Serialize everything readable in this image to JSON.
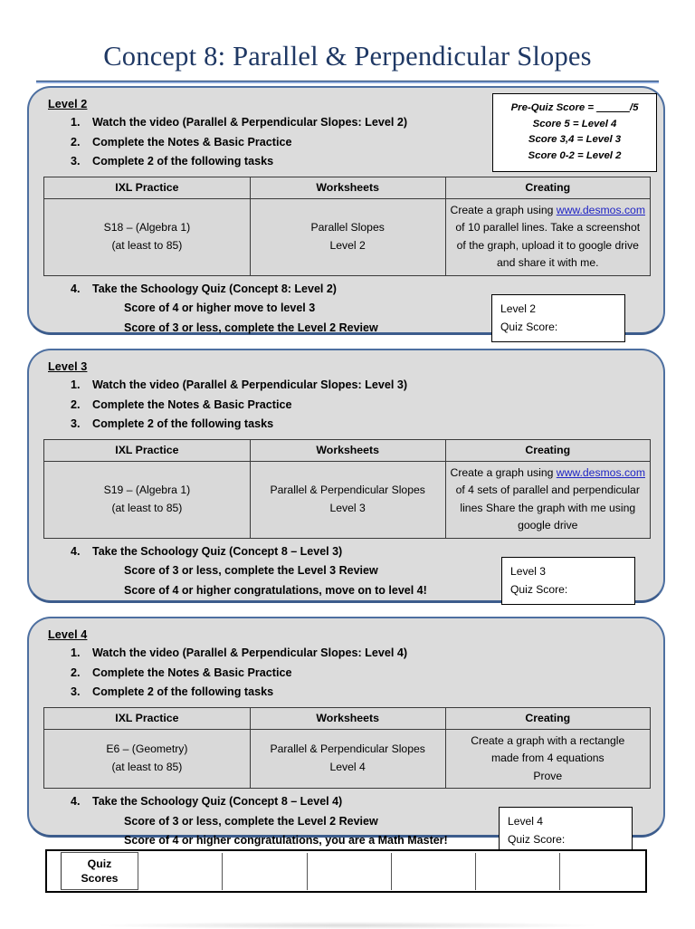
{
  "document": {
    "title": "Concept 8:  Parallel & Perpendicular Slopes",
    "accent_color": "#1f3864",
    "panel_border_color": "#4d6fa0",
    "panel_fill_color": "#dcdcdc",
    "link_color": "#1f24c4"
  },
  "prequiz": {
    "line1_prefix": "Pre-Quiz Score = ",
    "line1_blank": "_____",
    "line1_suffix": "/5",
    "line2": "Score 5 = Level 4",
    "line3": "Score  3,4 = Level 3",
    "line4": "Score 0-2 = Level 2"
  },
  "table_headers": {
    "col1": "IXL Practice",
    "col2": "Worksheets",
    "col3": "Creating"
  },
  "levels": [
    {
      "heading": "Level 2",
      "tasks": [
        {
          "num": "1.",
          "text": "Watch the video (Parallel & Perpendicular Slopes:  Level 2)"
        },
        {
          "num": "2.",
          "text": "Complete the Notes & Basic Practice"
        },
        {
          "num": "3.",
          "text": "Complete 2 of the following tasks"
        }
      ],
      "table": {
        "ixl": [
          "S18 – (Algebra 1)",
          "(at least to 85)"
        ],
        "worksheets": [
          "Parallel Slopes",
          "Level 2"
        ],
        "creating_pre": "Create a graph using",
        "creating_link": "www.desmos.com",
        "creating_post": " of 10 parallel lines.  Take a screenshot of the graph, upload it to google drive and share it with me."
      },
      "step4": {
        "num": "4.",
        "text": "Take the Schoology Quiz (Concept 8:  Level 2)",
        "sub1": "Score of 4 or higher move to level 3",
        "sub2": "Score of 3 or less, complete the Level 2 Review"
      },
      "quiz_box": {
        "line1": "Level 2",
        "line2": "Quiz Score:"
      }
    },
    {
      "heading": "Level 3",
      "tasks": [
        {
          "num": "1.",
          "text": "Watch the video (Parallel & Perpendicular Slopes:  Level 3)"
        },
        {
          "num": "2.",
          "text": "Complete the Notes & Basic Practice"
        },
        {
          "num": "3.",
          "text": "Complete 2 of the following tasks"
        }
      ],
      "table": {
        "ixl": [
          "S19 – (Algebra 1)",
          "(at least to 85)"
        ],
        "worksheets": [
          "Parallel & Perpendicular Slopes",
          "Level 3"
        ],
        "creating_pre": "Create a graph using",
        "creating_link": "www.desmos.com",
        "creating_post": " of 4 sets of parallel and perpendicular lines Share the graph with me using google drive"
      },
      "step4": {
        "num": "4.",
        "text": "Take the Schoology Quiz (Concept 8 – Level 3)",
        "sub1": "Score of 3 or less, complete the Level 3 Review",
        "sub2": "Score of 4 or higher congratulations, move on to level 4!"
      },
      "quiz_box": {
        "line1": "Level 3",
        "line2": "Quiz Score:"
      }
    },
    {
      "heading": "Level 4",
      "tasks": [
        {
          "num": "1.",
          "text": "Watch the video (Parallel & Perpendicular Slopes:  Level 4)"
        },
        {
          "num": "2.",
          "text": "Complete the Notes & Basic Practice"
        },
        {
          "num": "3.",
          "text": "Complete 2 of the following tasks"
        }
      ],
      "table": {
        "ixl": [
          "E6 – (Geometry)",
          "(at least to 85)"
        ],
        "worksheets": [
          "Parallel & Perpendicular Slopes",
          "Level 4"
        ],
        "creating_lines": [
          "Create a graph with a rectangle",
          "made from 4 equations",
          "Prove"
        ]
      },
      "step4": {
        "num": "4.",
        "text": "Take the Schoology Quiz (Concept 8 – Level 4)",
        "sub1": "Score of 3 or less, complete the Level 2 Review",
        "sub2": "Score of 4 or higher congratulations, you are a Math Master!"
      },
      "quiz_box": {
        "line1": "Level 4",
        "line2": "Quiz Score:"
      }
    }
  ],
  "scores_strip": {
    "label_line1": "Quiz",
    "label_line2": "Scores",
    "empty_cells": 6
  }
}
